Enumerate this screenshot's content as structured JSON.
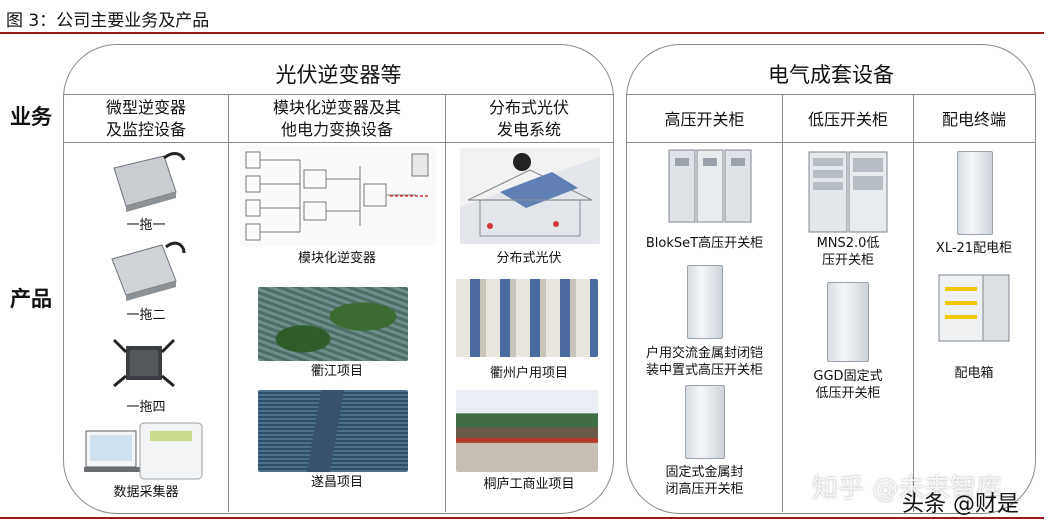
{
  "figure_title": "图 3：公司主要业务及产品",
  "side_labels": {
    "business": "业务",
    "products": "产品"
  },
  "left_panel": {
    "title": "光伏逆变器等",
    "columns": [
      {
        "header": "微型逆变器\n及监控设备",
        "items": [
          "一拖一",
          "一拖二",
          "一拖四",
          "数据采集器"
        ]
      },
      {
        "header": "模块化逆变器及其\n他电力变换设备",
        "items": [
          "模块化逆变器",
          "衢江项目",
          "遂昌项目"
        ]
      },
      {
        "header": "分布式光伏\n发电系统",
        "items": [
          "分布式光伏",
          "衢州户用项目",
          "桐庐工商业项目"
        ]
      }
    ]
  },
  "right_panel": {
    "title": "电气成套设备",
    "columns": [
      {
        "header": "高压开关柜",
        "items": [
          "BlokSeT高压开关柜",
          "户用交流金属封闭铠\n装中置式高压开关柜",
          "固定式金属封\n闭高压开关柜"
        ]
      },
      {
        "header": "低压开关柜",
        "items": [
          "MNS2.0低\n压开关柜",
          "GGD固定式\n低压开关柜"
        ]
      },
      {
        "header": "配电终端",
        "items": [
          "XL-21配电柜",
          "配电箱"
        ]
      }
    ]
  },
  "watermarks": {
    "zhihu": "知乎 @未来智库",
    "toutiao": "头条 @财是"
  },
  "colors": {
    "rule": "#9b1b1b",
    "border": "#8a8a8a"
  }
}
